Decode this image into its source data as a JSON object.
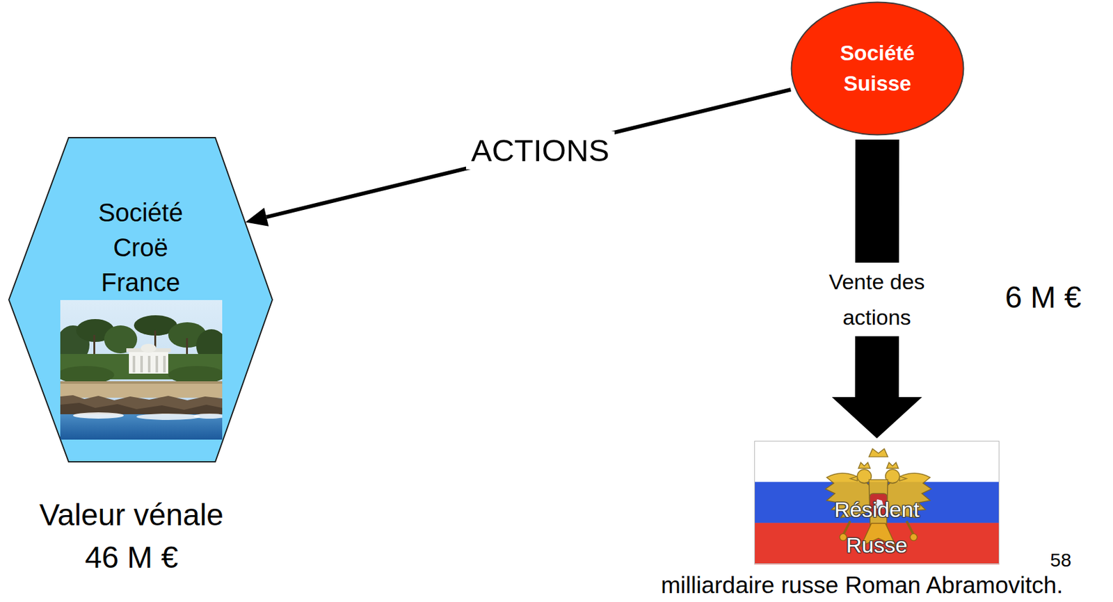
{
  "diagram": {
    "nodes": [
      {
        "text": [
          "Société Croë France"
        ]
      },
      {
        "text": [
          "Société Suisse"
        ]
      },
      {
        "text": [
          "Résident Russe"
        ]
      }
    ],
    "edges": [
      {
        "from": 1,
        "to": 0,
        "arrow": "to",
        "label": "ACTIONS"
      },
      {
        "from": 1,
        "to": 2,
        "arrow": "to",
        "label": "Vente des actions"
      }
    ],
    "labels": [
      "Valeur vénale 46 M €",
      "6 M €",
      "58",
      "milliardaire russe Roman Abramovitch."
    ]
  }
}
